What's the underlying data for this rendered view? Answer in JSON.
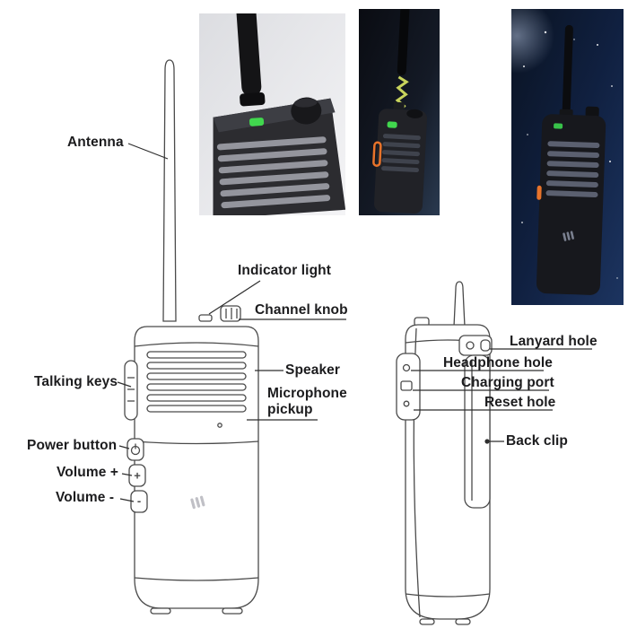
{
  "diagram": {
    "labels": {
      "antenna": "Antenna",
      "indicator_light": "Indicator light",
      "channel_knob": "Channel knob",
      "speaker": "Speaker",
      "microphone_pickup": "Microphone pickup",
      "talking_keys": "Talking keys",
      "power_button": "Power button",
      "volume_plus": "Volume +",
      "volume_minus": "Volume -",
      "lanyard_hole": "Lanyard hole",
      "headphone_hole": "Headphone hole",
      "charging_port": "Charging port",
      "reset_hole": "Reset hole",
      "back_clip": "Back clip"
    },
    "button_glyphs": {
      "volume_up": "+",
      "volume_down": "-"
    }
  },
  "colors": {
    "line_art": "#4a4a4a",
    "leader_line": "#2e2e2e",
    "label_text": "#1c1c1e",
    "indicator_green": "#41d74e",
    "accent_orange": "#e8732a",
    "photo_night_blue": "#102040"
  }
}
